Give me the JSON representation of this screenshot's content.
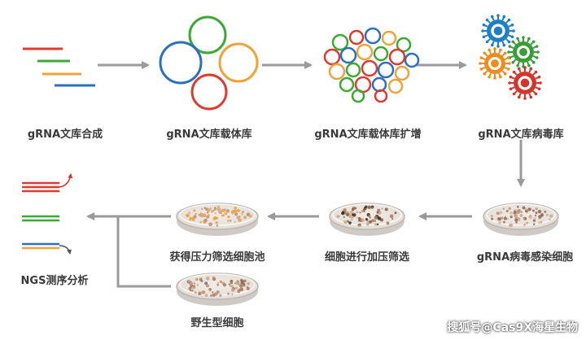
{
  "steps": {
    "synthesis": "gRNA文库合成",
    "vector": "gRNA文库载体库",
    "amplification": "gRNA文库载体库扩增",
    "virus": "gRNA文库病毒库",
    "infection": "gRNA病毒感染细胞",
    "pressure": "细胞进行加压筛选",
    "pool": "获得压力筛选细胞池",
    "wildtype": "野生型细胞",
    "ngs": "NGS测序分析"
  },
  "watermark": "搜狐号@Cas9X海星生物",
  "colors": {
    "red": "#e03a2f",
    "green": "#3aaa35",
    "orange": "#f0a23c",
    "blue": "#2a6fc0",
    "arrow": "#9a9a9a",
    "virus_blue": "#1f7fc6",
    "virus_green": "#3a9d3a",
    "virus_orange": "#f08c1e",
    "virus_red": "#d2352c"
  }
}
